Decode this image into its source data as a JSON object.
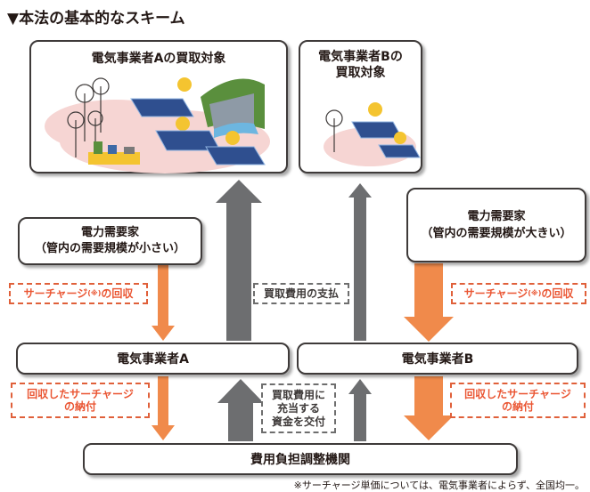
{
  "heading": "▼本法の基本的なスキーム",
  "operator_a_target": "電気事業者Aの買取対象",
  "operator_b_target_line1": "電気事業者Bの",
  "operator_b_target_line2": "買取対象",
  "consumer_small_line1": "電力需要家",
  "consumer_small_line2": "（管内の需要規模が小さい）",
  "consumer_large_line1": "電力需要家",
  "consumer_large_line2": "（管内の需要規模が大きい）",
  "surcharge_left": {
    "pre": "サーチャージ",
    "note": "(※)",
    "post": "の回収"
  },
  "surcharge_right": {
    "pre": "サーチャージ",
    "note": "(※)",
    "post": "の回収"
  },
  "purchase_payment": "買取費用の支払",
  "operator_a": "電気事業者A",
  "operator_b": "電気事業者B",
  "delivery_left_line1": "回収したサーチャージ",
  "delivery_left_line2": "の納付",
  "delivery_right_line1": "回収したサーチャージ",
  "delivery_right_line2": "の納付",
  "funds_line1": "買取費用に",
  "funds_line2": "充当する",
  "funds_line3": "資金を交付",
  "adjustment_body": "費用負担調整機関",
  "footnote": "※サーチャージ単価については、電気事業者によらず、全国均一。",
  "colors": {
    "orange_arrow": "#f08a4b",
    "gray_arrow": "#6d6e70",
    "text_orange": "#ea5532",
    "blob": "#f6d5d3"
  }
}
